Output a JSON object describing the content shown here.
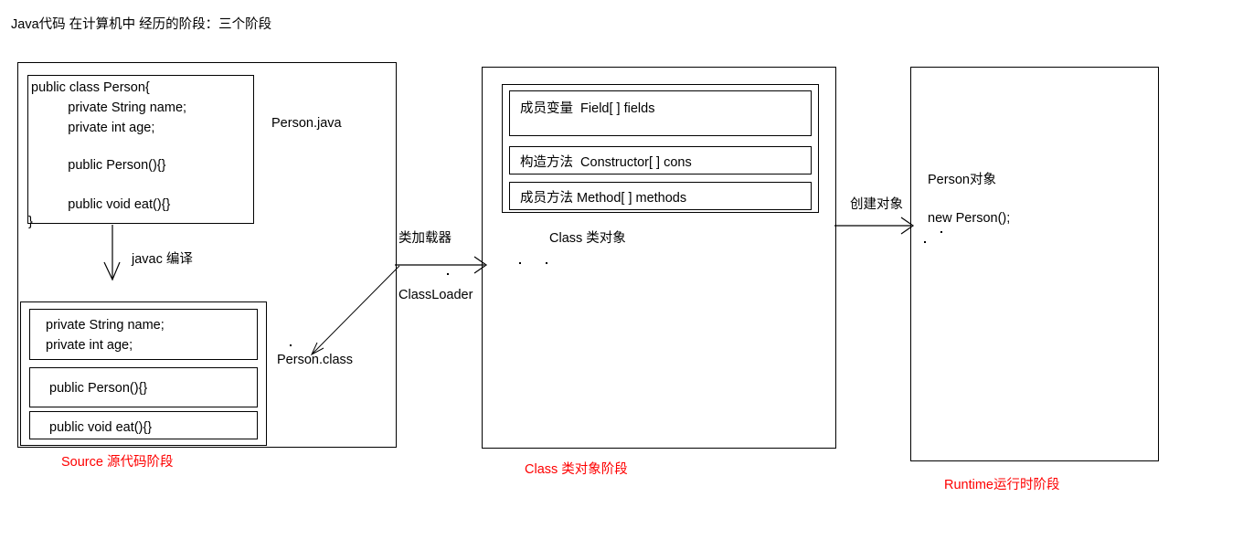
{
  "page": {
    "title": "Java代码 在计算机中 经历的阶段：三个阶段",
    "background": "#ffffff",
    "line_color": "#000000",
    "caption_color": "#fe0000"
  },
  "source_stage": {
    "caption": "Source 源代码阶段",
    "file_label": "Person.java",
    "compile_label": "javac 编译",
    "class_file_label": "Person.class",
    "source_code": [
      "public class Person{",
      "          private String name;",
      "          private int age;",
      "",
      "          public Person(){}",
      "",
      "          public void eat(){}",
      "}"
    ],
    "compiled_members": [
      "private String name;\nprivate int age;",
      " public Person(){}",
      " public void eat(){}"
    ]
  },
  "loader": {
    "label_cn": "类加载器",
    "label_en": "ClassLoader"
  },
  "class_stage": {
    "caption": "Class 类对象阶段",
    "object_label": "Class 类对象",
    "members": [
      "成员变量  Field[ ] fields",
      "构造方法  Constructor[ ] cons",
      "成员方法 Method[ ] methods"
    ]
  },
  "runtime_stage": {
    "caption": "Runtime运行时阶段",
    "create_label": "创建对象",
    "object_label": "Person对象",
    "new_label": "new Person();"
  }
}
